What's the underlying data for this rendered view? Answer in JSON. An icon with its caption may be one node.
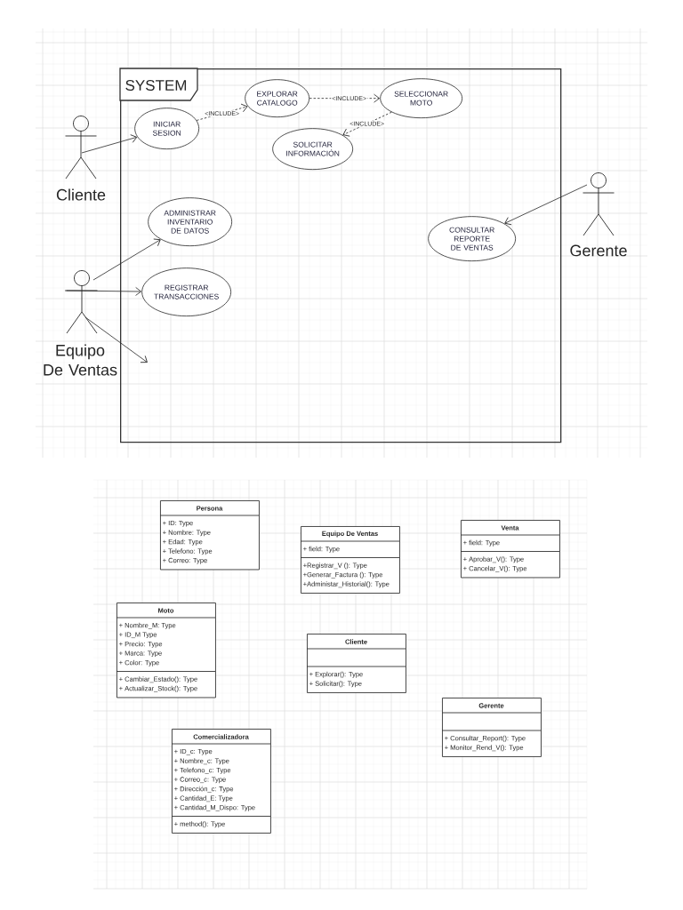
{
  "diagram": {
    "nodes": [
      {
        "text": [
          "SYSTEM"
        ]
      },
      {
        "text": [
          "INICIAR SESION"
        ],
        "in": 0
      },
      {
        "text": [
          "EXPLORAR CATALOGO"
        ],
        "in": 0
      },
      {
        "text": [
          "SELECCIONAR MOTO"
        ],
        "in": 0
      },
      {
        "text": [
          "SOLICITAR INFORMACIÓN"
        ],
        "in": 0
      },
      {
        "text": [
          "ADMINISTRAR INVENTARIO DE DATOS"
        ],
        "in": 0
      },
      {
        "text": [
          "CONSULTAR REPORTE DE VENTAS"
        ],
        "in": 0
      },
      {
        "text": [
          "REGISTRAR TRANSACCIONES"
        ],
        "in": 0
      },
      {
        "text": [
          "Cliente"
        ]
      },
      {
        "text": [
          "Gerente"
        ]
      },
      {
        "text": [
          "Equipo De Ventas"
        ]
      },
      {
        "text": [
          "Persona",
          "+ ID: Type",
          "+ Nombre: Type",
          "+ Edad: Type",
          "+ Telefono: Type",
          "+ Correo: Type"
        ]
      },
      {
        "text": [
          "Equipo De Ventas",
          "+ field: Type",
          "+Registrar_V (): Type",
          "+Generar_Factura (): Type",
          "+Administar_Historial(): Type"
        ]
      },
      {
        "text": [
          "Venta",
          "+ field: Type",
          "+ Aprobar_V(): Type",
          "+ Cancelar_V(): Type"
        ]
      },
      {
        "text": [
          "Moto",
          "+ Nombre_M: Type",
          "+ ID_M Type",
          "+ Precio: Type",
          "+ Marca: Type",
          "+ Color: Type",
          "+ Cambiar_Estado(): Type",
          "+ Actualizar_Stock(): Type"
        ]
      },
      {
        "text": [
          "Cliente",
          "+ Explorar(): Type",
          "+ Solicitar(): Type"
        ]
      },
      {
        "text": [
          "Gerente",
          "+ Consultar_Report(): Type",
          "+ Monitor_Rend_V(): Type"
        ]
      },
      {
        "text": [
          "Comercializadora",
          "+ ID_c: Type",
          "+ Nombre_c: Type",
          "+ Telefono_c: Type",
          "+ Correo_c: Type",
          "+ Dirección_c: Type",
          "+ Cantidad_E: Type",
          "+ Cantidad_M_Dispo: Type",
          "+ method(): Type"
        ]
      }
    ],
    "edges": [
      {
        "from": 8,
        "to": 1,
        "arrow": "to"
      },
      {
        "from": 1,
        "to": 2,
        "arrow": "to",
        "label": "<INCLUDE>",
        "style": "dashed"
      },
      {
        "from": 2,
        "to": 3,
        "arrow": "to",
        "label": "<INCLUDE>",
        "style": "dashed"
      },
      {
        "from": 3,
        "to": 4,
        "arrow": "to",
        "label": "<INCLUDE>",
        "style": "dashed"
      },
      {
        "from": 10,
        "to": 5,
        "arrow": "to"
      },
      {
        "from": 10,
        "to": 7,
        "arrow": "to"
      },
      {
        "from": 10,
        "to": null,
        "arrow": "to"
      },
      {
        "from": 9,
        "to": 6,
        "arrow": "to"
      }
    ]
  }
}
